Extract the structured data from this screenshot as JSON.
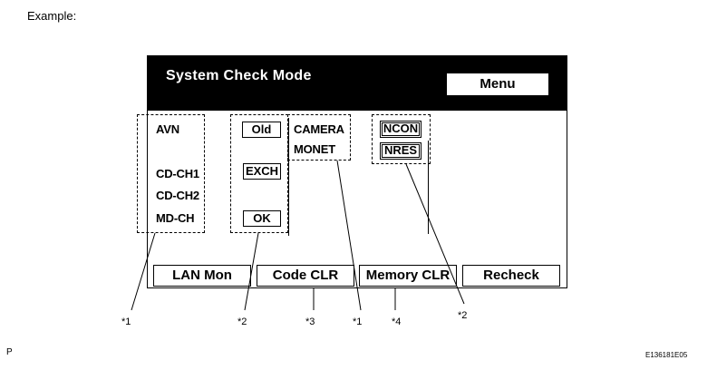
{
  "caption": "Example:",
  "screen": {
    "title": "System Check Mode",
    "menu_label": "Menu",
    "col1": [
      "AVN",
      "CD-CH1",
      "CD-CH2",
      "MD-CH"
    ],
    "col2_buttons": [
      "Old",
      "EXCH",
      "OK"
    ],
    "col3": [
      "CAMERA",
      "MONET"
    ],
    "col4_buttons": [
      "NCON",
      "NRES"
    ],
    "bottom_buttons": [
      "LAN Mon",
      "Code CLR",
      "Memory CLR",
      "Recheck"
    ]
  },
  "callouts": [
    "*1",
    "*2",
    "*3",
    "*1",
    "*4",
    "*2"
  ],
  "corner_left": "P",
  "corner_right": "E136181E05"
}
